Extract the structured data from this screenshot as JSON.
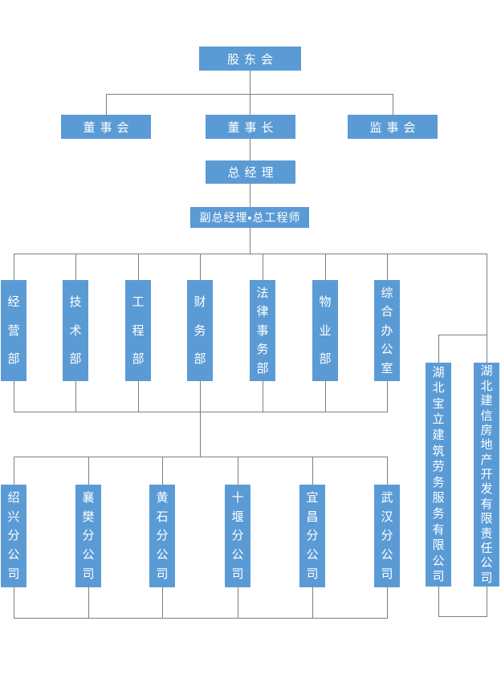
{
  "colors": {
    "box_fill": "#5B9BD5",
    "box_text": "#ffffff",
    "connector": "#7f7f7f",
    "background": "#ffffff"
  },
  "org_chart": {
    "root": {
      "label": "股东会"
    },
    "level2": [
      {
        "label": "董事会"
      },
      {
        "label": "董事长"
      },
      {
        "label": "监事会"
      }
    ],
    "general_manager": {
      "label": "总经理"
    },
    "deputy_gm_chief_engineer": {
      "label": "副总经理▪总工程师"
    },
    "departments": [
      {
        "label": "经营部"
      },
      {
        "label": "技术部"
      },
      {
        "label": "工程部"
      },
      {
        "label": "财务部"
      },
      {
        "label": "法律事务部"
      },
      {
        "label": "物业部"
      },
      {
        "label": "综合办公室"
      }
    ],
    "subsidiaries": [
      {
        "label": "湖北宝立建筑劳务服务有限公司"
      },
      {
        "label": "湖北建信房地产开发有限责任公司"
      }
    ],
    "branches": [
      {
        "label": "绍兴分公司"
      },
      {
        "label": "襄樊分公司"
      },
      {
        "label": "黄石分公司"
      },
      {
        "label": "十堰分公司"
      },
      {
        "label": "宜昌分公司"
      },
      {
        "label": "武汉分公司"
      }
    ]
  }
}
